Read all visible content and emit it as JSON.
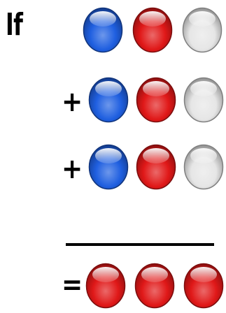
{
  "puzzle": {
    "intro_label": "If",
    "rows": [
      {
        "operator": "",
        "balls": [
          {
            "color_name": "blue",
            "color": "#1f5fe0"
          },
          {
            "color_name": "red",
            "color": "#e01818"
          },
          {
            "color_name": "white",
            "color": "#e6e6e6"
          }
        ]
      },
      {
        "operator": "+",
        "balls": [
          {
            "color_name": "blue",
            "color": "#1f5fe0"
          },
          {
            "color_name": "red",
            "color": "#e01818"
          },
          {
            "color_name": "white",
            "color": "#e6e6e6"
          }
        ]
      },
      {
        "operator": "+",
        "balls": [
          {
            "color_name": "blue",
            "color": "#1f5fe0"
          },
          {
            "color_name": "red",
            "color": "#e01818"
          },
          {
            "color_name": "white",
            "color": "#e6e6e6"
          }
        ]
      }
    ],
    "result": {
      "operator": "=",
      "balls": [
        {
          "color_name": "red",
          "color": "#e01818"
        },
        {
          "color_name": "red",
          "color": "#e01818"
        },
        {
          "color_name": "red",
          "color": "#e01818"
        }
      ]
    }
  }
}
